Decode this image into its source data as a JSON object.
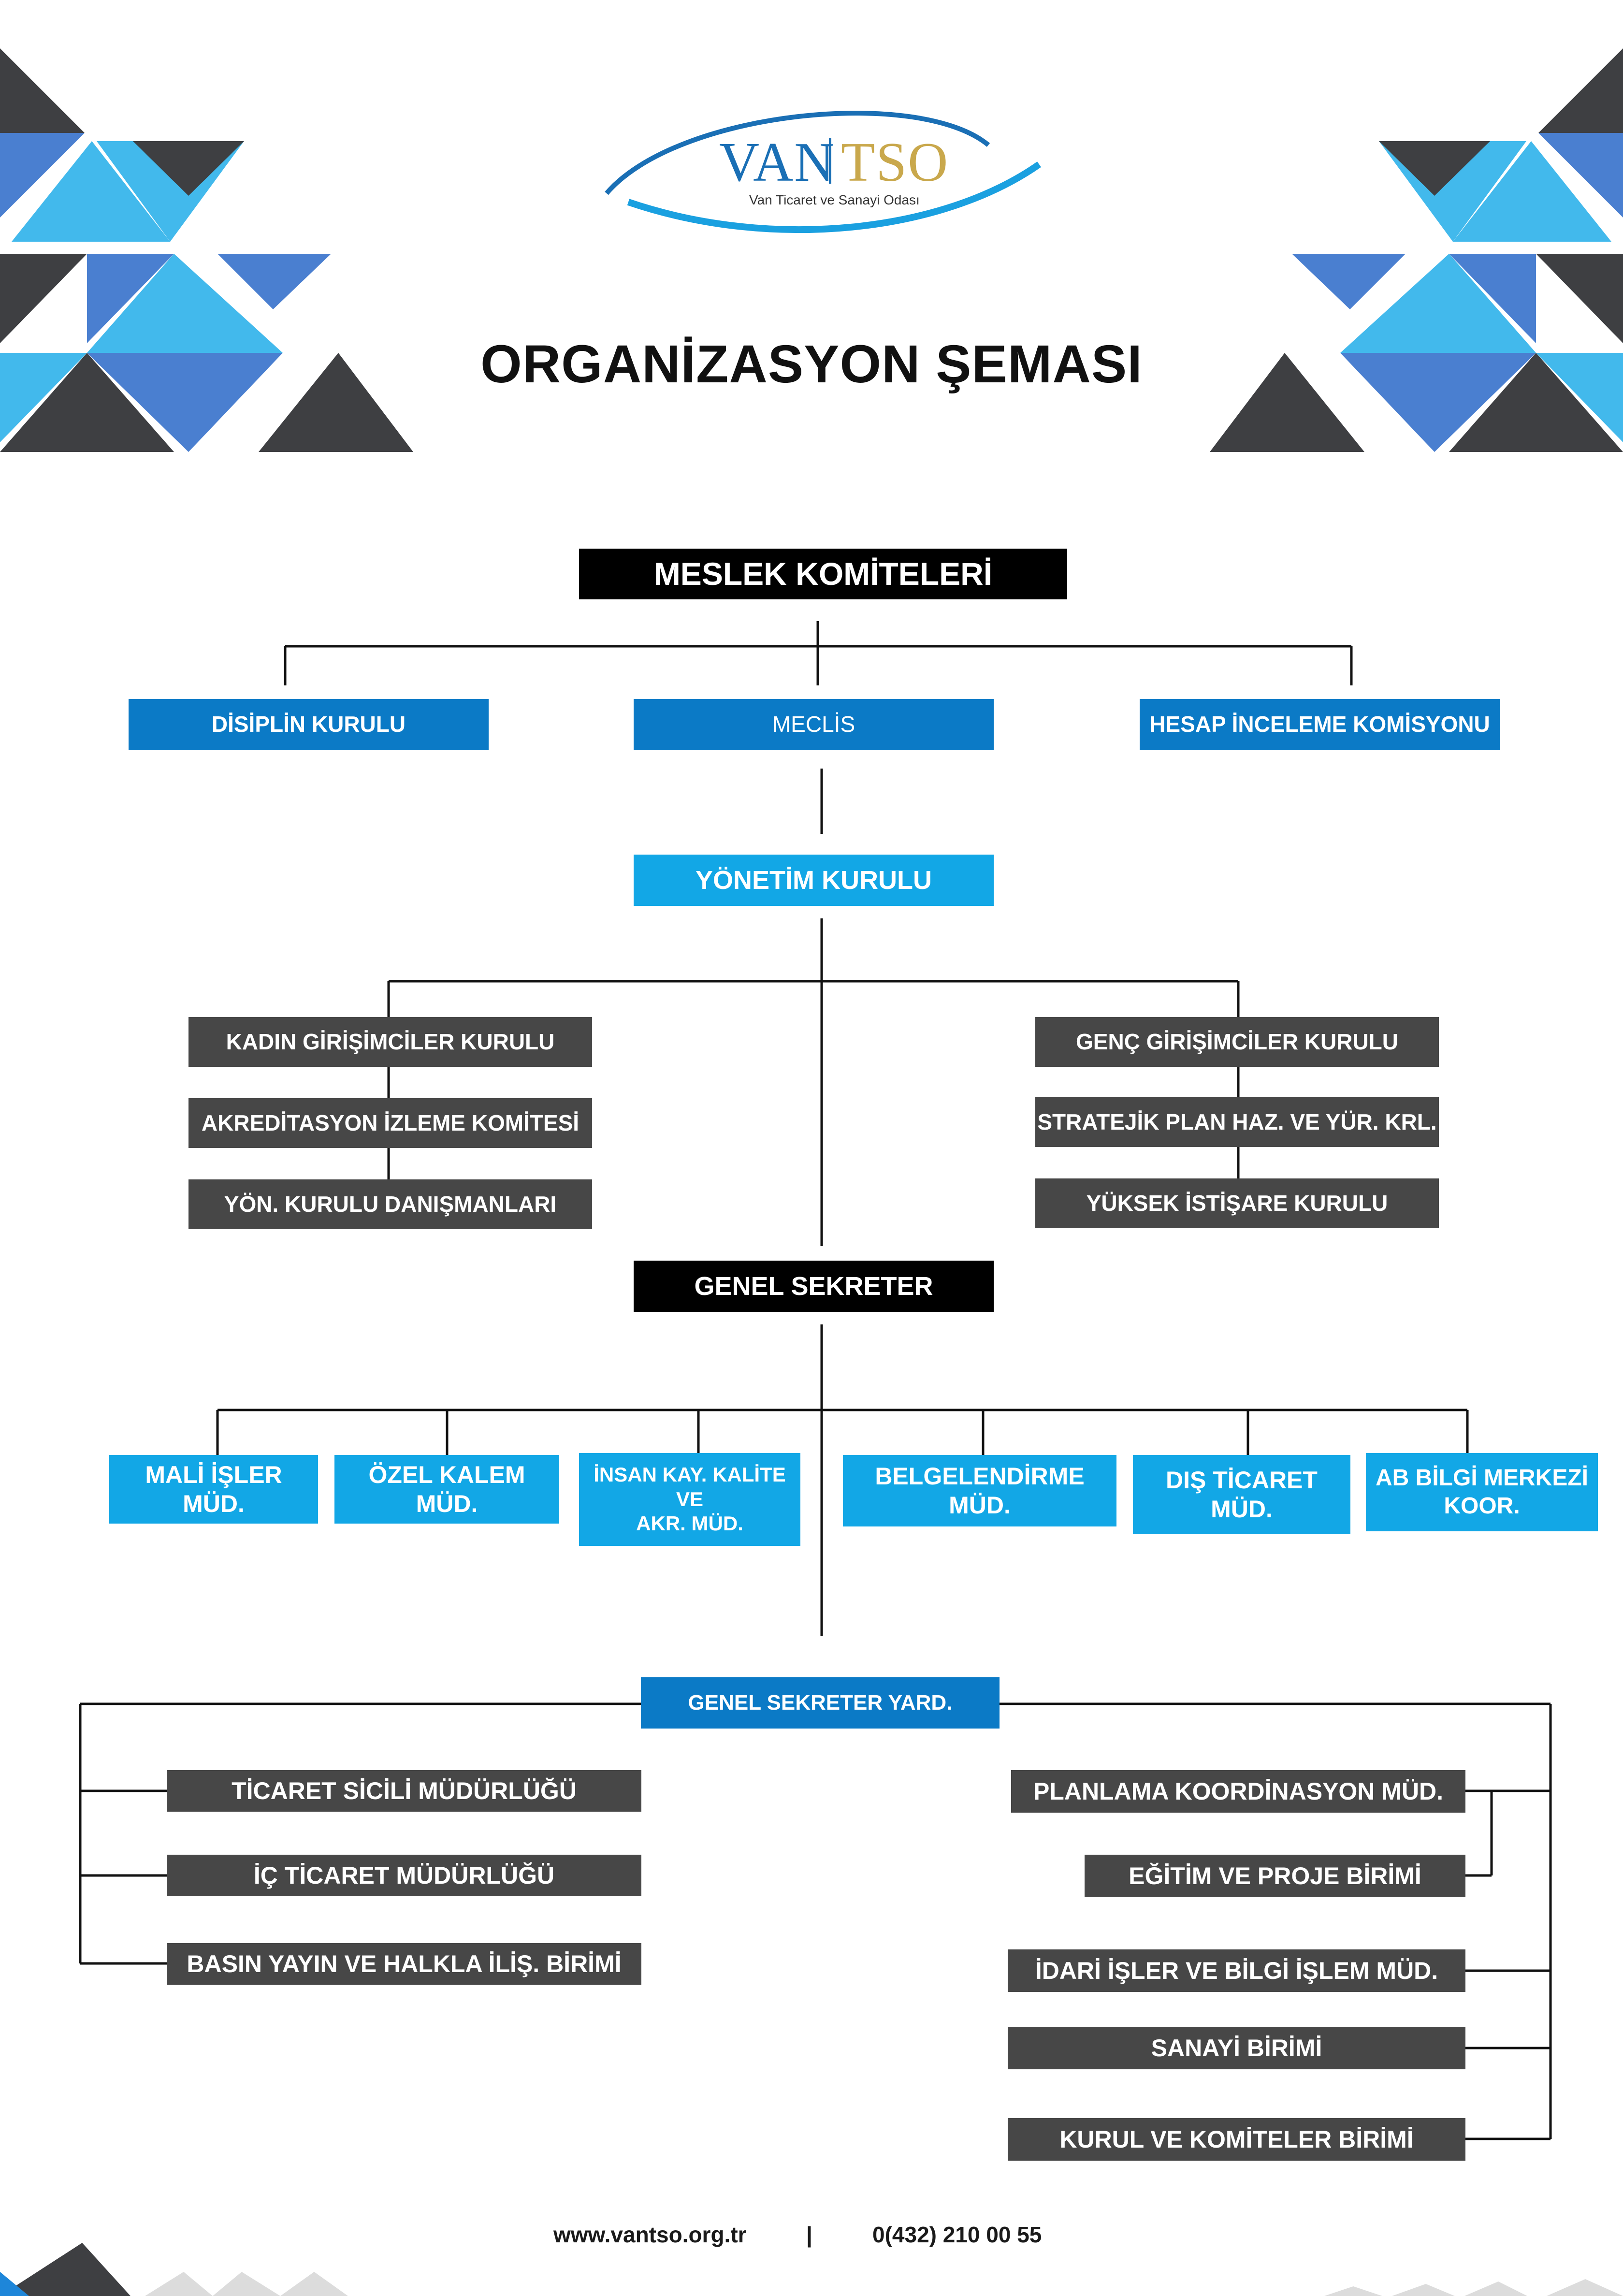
{
  "logo": {
    "left_text": "VAN",
    "right_text": "TSO",
    "subtitle": "Van Ticaret ve Sanayi Odası"
  },
  "title": "ORGANİZASYON ŞEMASI",
  "top": {
    "meslek": "MESLEK KOMİTELERİ",
    "disiplin": "DİSİPLİN KURULU",
    "meclis": "MECLİS",
    "hesap": "HESAP İNCELEME KOMİSYONU",
    "yonetim": "YÖNETİM KURULU"
  },
  "yonetim_left": [
    "KADIN GİRİŞİMCİLER KURULU",
    "AKREDİTASYON İZLEME KOMİTESİ",
    "YÖN. KURULU DANIŞMANLARI"
  ],
  "yonetim_right": [
    "GENÇ GİRİŞİMCİLER KURULU",
    "STRATEJİK PLAN HAZ. VE YÜR. KRL.",
    "YÜKSEK İSTİŞARE KURULU"
  ],
  "genel_sekreter": "GENEL SEKRETER",
  "mudurlukler": {
    "mali": [
      "MALİ İŞLER",
      "MÜD."
    ],
    "ozel": [
      "ÖZEL KALEM",
      "MÜD."
    ],
    "insan": [
      "İNSAN KAY. KALİTE",
      "VE",
      "AKR. MÜD."
    ],
    "belge": [
      "BELGELENDİRME",
      "MÜD."
    ],
    "dis": [
      "DIŞ TİCARET",
      "MÜD."
    ],
    "ab": [
      "AB BİLGİ MERKEZİ",
      "KOOR."
    ]
  },
  "genel_sekreter_yard": "GENEL SEKRETER YARD.",
  "yard_left": [
    "TİCARET SİCİLİ MÜDÜRLÜĞÜ",
    "İÇ TİCARET MÜDÜRLÜĞÜ",
    "BASIN YAYIN VE HALKLA İLİŞ. BİRİMİ"
  ],
  "yard_right": [
    "PLANLAMA KOORDİNASYON MÜD.",
    "EĞİTİM VE PROJE BİRİMİ",
    "İDARİ İŞLER VE BİLGİ İŞLEM MÜD.",
    "SANAYİ BİRİMİ",
    "KURUL VE KOMİTELER BİRİMİ"
  ],
  "footer": {
    "website": "www.vantso.org.tr",
    "separator": "|",
    "phone": "0(432) 210 00 55"
  },
  "colors": {
    "black": "#000000",
    "blue": "#0b7ac6",
    "light_blue": "#12a7e6",
    "dark_gray": "#474747",
    "logo_blue": "#1a6fb5",
    "logo_gold": "#c9a84c"
  }
}
